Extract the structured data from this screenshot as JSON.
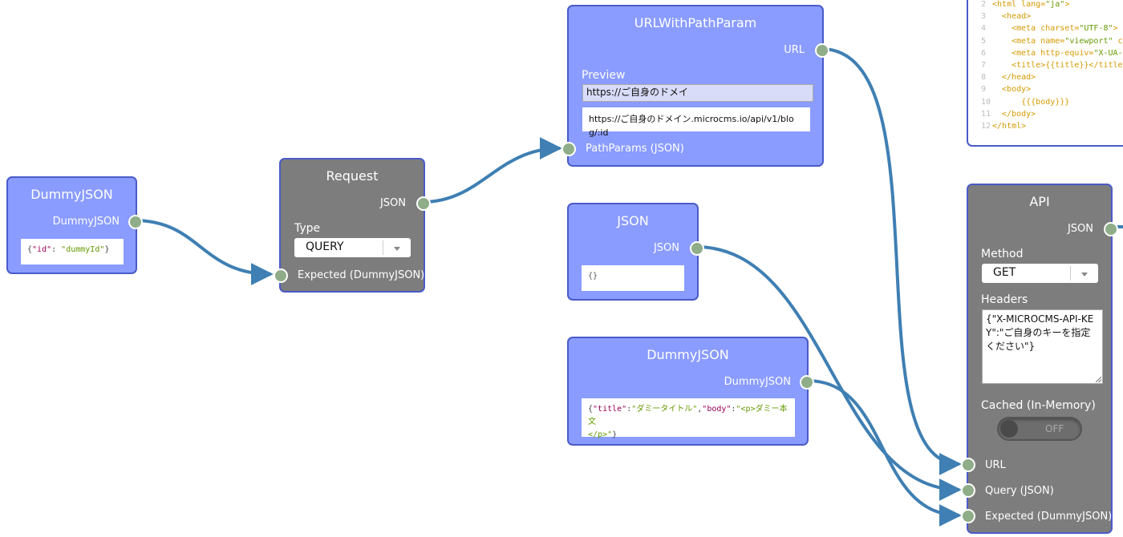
{
  "nodes": {
    "dummy_json_1": {
      "title": "DummyJSON",
      "output_label": "DummyJSON",
      "json": {
        "key": "\"id\"",
        "value": "\"dummyId\""
      }
    },
    "request": {
      "title": "Request",
      "output_label": "JSON",
      "type_label": "Type",
      "type_value": "QUERY",
      "input_label": "Expected (DummyJSON)"
    },
    "url_with_path_param": {
      "title": "URLWithPathParam",
      "output_label": "URL",
      "preview_label": "Preview",
      "template_input": "https://ご自身のドメイ",
      "preview_value": "https://ご自身のドメイン.microcms.io/api/v1/blog/:id",
      "input_label": "PathParams (JSON)"
    },
    "json_node": {
      "title": "JSON",
      "output_label": "JSON",
      "value": "{}"
    },
    "dummy_json_2": {
      "title": "DummyJSON",
      "output_label": "DummyJSON",
      "json": {
        "k1": "\"title\"",
        "v1": "\"ダミータイトル\"",
        "k2": "\"body\"",
        "v2a": "\"<p>ダミー本文",
        "v2b": "</p>\""
      }
    },
    "api": {
      "title": "API",
      "output_label": "JSON",
      "method_label": "Method",
      "method_value": "GET",
      "headers_label": "Headers",
      "headers_value": "{\"X-MICROCMS-API-KEY\":\"ご自身のキーを指定ください\"}",
      "cached_label": "Cached (In-Memory)",
      "cached_state": "OFF",
      "input_url": "URL",
      "input_query": "Query (JSON)",
      "input_expected": "Expected (DummyJSON)"
    }
  },
  "code_panel": {
    "lines": [
      {
        "n": "2",
        "t1": "<html lang=",
        "t2": "\"ja\"",
        "t3": ">"
      },
      {
        "n": "3",
        "t1": "  <head>",
        "t2": "",
        "t3": ""
      },
      {
        "n": "4",
        "t1": "    <meta charset=",
        "t2": "\"UTF-8\"",
        "t3": ">"
      },
      {
        "n": "5",
        "t1": "    <meta name=",
        "t2": "\"viewport\"",
        "t3": " conte"
      },
      {
        "n": "6",
        "t1": "    <meta http-equiv=",
        "t2": "\"X-UA-Comp",
        "t3": ""
      },
      {
        "n": "7",
        "t1": "    <title>",
        "t2": "{{title}}",
        "t3": "</title>"
      },
      {
        "n": "8",
        "t1": "  </head>",
        "t2": "",
        "t3": ""
      },
      {
        "n": "9",
        "t1": "  <body>",
        "t2": "",
        "t3": ""
      },
      {
        "n": "10",
        "t1": "      ",
        "t2": "{{{body}}}",
        "t3": ""
      },
      {
        "n": "11",
        "t1": "  </body>",
        "t2": "",
        "t3": ""
      },
      {
        "n": "12",
        "t1": "</html>",
        "t2": "",
        "t3": ""
      }
    ]
  },
  "colors": {
    "node_blue": "#8a9cff",
    "node_gray": "#7d7d7d",
    "node_border": "#4a5bc9",
    "port": "#8fad88",
    "edge": "#3f7fb3"
  }
}
